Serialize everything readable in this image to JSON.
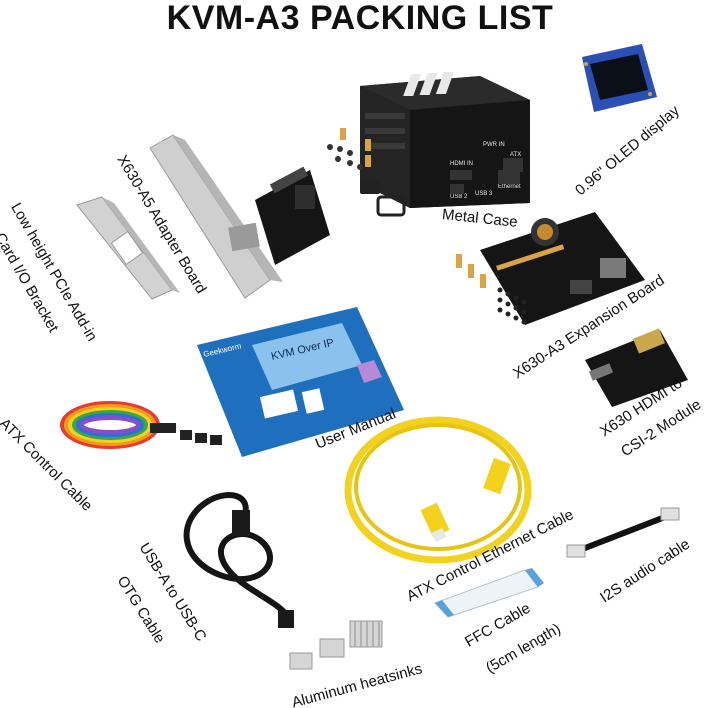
{
  "title": "KVM-A3 PACKING LIST",
  "items": {
    "metal_case": "Metal Case",
    "oled_display": "0.96\" OLED display",
    "adapter_board": "X630-A5 Adapter Board",
    "pcie_bracket_line1": "Low height PCIe Add-in",
    "pcie_bracket_line2": "Card I/O Bracket",
    "expansion_board": "X630-A3 Expansion Board",
    "user_manual": "User Manual",
    "hdmi_module_line1": "X630 HDMI to",
    "hdmi_module_line2": "CSI-2 Module",
    "atx_control_cable": "ATX Control Cable",
    "ethernet_cable": "ATX Control Ethernet Cable",
    "i2s_cable": "I2S audio cable",
    "usb_cable_line1": "USB-A to USB-C",
    "usb_cable_line2": "OTG Cable",
    "ffc_cable_line1": "FFC Cable",
    "ffc_cable_line2": "(5cm length)",
    "heatsinks": "Aluminum heatsinks"
  },
  "printed_text": {
    "case_hdmi_in": "HDMI IN",
    "case_pwr_in": "PWR IN",
    "case_atx": "ATX",
    "case_usb2": "USB 2",
    "case_usb3": "USB 3",
    "case_ethernet": "Ethernet",
    "manual_brand": "Geekworm",
    "manual_headline": "KVM Over IP"
  },
  "colors": {
    "manual_blue": "#1f6fbf",
    "ethernet_yellow": "#f3d21d",
    "case_black": "#1c1c1c",
    "pcb_black": "#151515",
    "oled_blue": "#2a4fb5",
    "bracket_silver": "#c9c9c9"
  }
}
